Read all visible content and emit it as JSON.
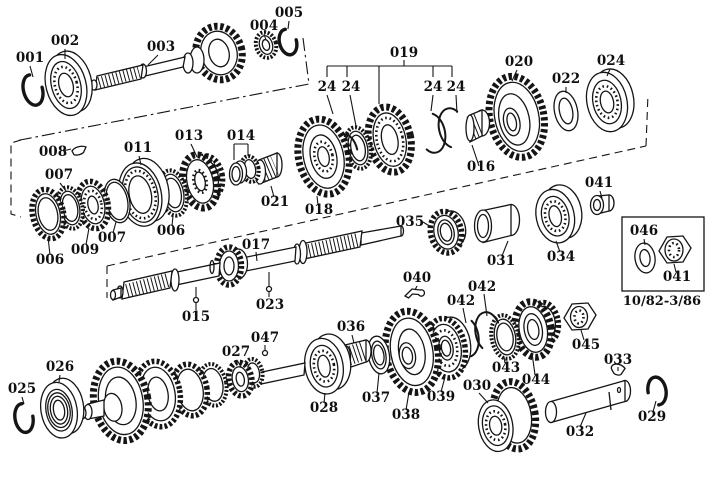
{
  "figure": {
    "type": "exploded-parts-diagram",
    "subject": "transmission gear train",
    "background_color": "#ffffff",
    "line_color": "#151515",
    "validity_caption": "10/82-3/86"
  },
  "callouts": [
    {
      "id": "001",
      "text": "001"
    },
    {
      "id": "002",
      "text": "002"
    },
    {
      "id": "003",
      "text": "003"
    },
    {
      "id": "004",
      "text": "004"
    },
    {
      "id": "005",
      "text": "005"
    },
    {
      "id": "019",
      "text": "019"
    },
    {
      "id": "24-a",
      "text": "24"
    },
    {
      "id": "24-b",
      "text": "24"
    },
    {
      "id": "24-c",
      "text": "24"
    },
    {
      "id": "24-d",
      "text": "24"
    },
    {
      "id": "020",
      "text": "020"
    },
    {
      "id": "022",
      "text": "022"
    },
    {
      "id": "024",
      "text": "024"
    },
    {
      "id": "008",
      "text": "008"
    },
    {
      "id": "007-a",
      "text": "007"
    },
    {
      "id": "011",
      "text": "011"
    },
    {
      "id": "013",
      "text": "013"
    },
    {
      "id": "014",
      "text": "014"
    },
    {
      "id": "021",
      "text": "021"
    },
    {
      "id": "018",
      "text": "018"
    },
    {
      "id": "016",
      "text": "016"
    },
    {
      "id": "041-a",
      "text": "041"
    },
    {
      "id": "006-a",
      "text": "006"
    },
    {
      "id": "009",
      "text": "009"
    },
    {
      "id": "007-b",
      "text": "007"
    },
    {
      "id": "006-b",
      "text": "006"
    },
    {
      "id": "035",
      "text": "035"
    },
    {
      "id": "031",
      "text": "031"
    },
    {
      "id": "034",
      "text": "034"
    },
    {
      "id": "017",
      "text": "017"
    },
    {
      "id": "015",
      "text": "015"
    },
    {
      "id": "023",
      "text": "023"
    },
    {
      "id": "046",
      "text": "046"
    },
    {
      "id": "041-b",
      "text": "041"
    },
    {
      "id": "040",
      "text": "040"
    },
    {
      "id": "042-a",
      "text": "042"
    },
    {
      "id": "042-b",
      "text": "042"
    },
    {
      "id": "025",
      "text": "025"
    },
    {
      "id": "026",
      "text": "026"
    },
    {
      "id": "027",
      "text": "027"
    },
    {
      "id": "047",
      "text": "047"
    },
    {
      "id": "036",
      "text": "036"
    },
    {
      "id": "028",
      "text": "028"
    },
    {
      "id": "037",
      "text": "037"
    },
    {
      "id": "038",
      "text": "038"
    },
    {
      "id": "039",
      "text": "039"
    },
    {
      "id": "043",
      "text": "043"
    },
    {
      "id": "044",
      "text": "044"
    },
    {
      "id": "030",
      "text": "030"
    },
    {
      "id": "045",
      "text": "045"
    },
    {
      "id": "033",
      "text": "033"
    },
    {
      "id": "032",
      "text": "032"
    },
    {
      "id": "029",
      "text": "029"
    }
  ]
}
